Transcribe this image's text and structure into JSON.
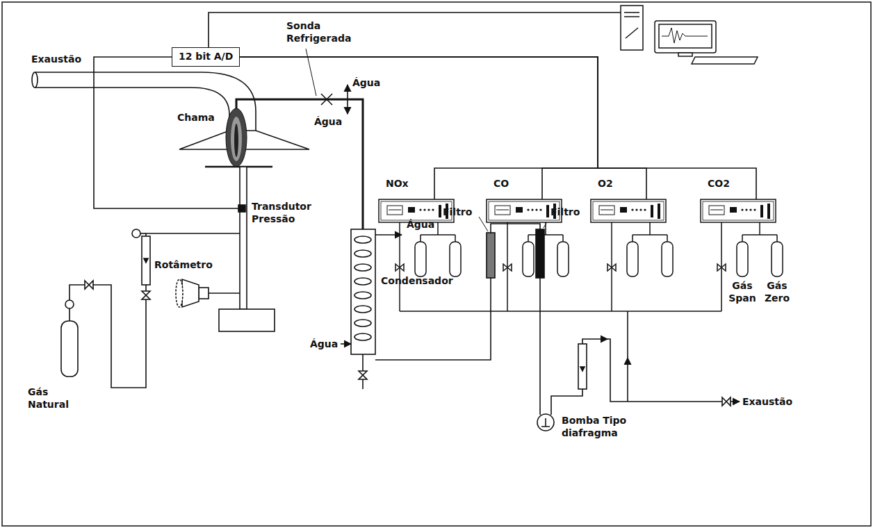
{
  "diagram": {
    "nodes": [
      {
        "text": [
          "12 bit A/D"
        ]
      },
      {
        "text": [
          "NOx"
        ]
      },
      {
        "text": [
          "CO"
        ]
      },
      {
        "text": [
          "O2"
        ]
      },
      {
        "text": [
          "CO2"
        ]
      }
    ],
    "edges": [
      {
        "from": 1,
        "to": 0,
        "arrow": "none"
      },
      {
        "from": 2,
        "to": 0,
        "arrow": "none"
      },
      {
        "from": 3,
        "to": 0,
        "arrow": "none"
      },
      {
        "from": 4,
        "to": 0,
        "arrow": "none"
      }
    ],
    "labels": [
      "Exaustão",
      "Sonda Refrigerada",
      "Água",
      "Água",
      "Chama",
      "Transdutor Pressão",
      "Rotâmetro",
      "Gás Natural",
      "Água",
      "Condensador",
      "Água",
      "Filtro",
      "Filtro",
      "Bomba Tipo diafragma",
      "Exaustão",
      "Gás Span",
      "Gás Zero"
    ]
  }
}
